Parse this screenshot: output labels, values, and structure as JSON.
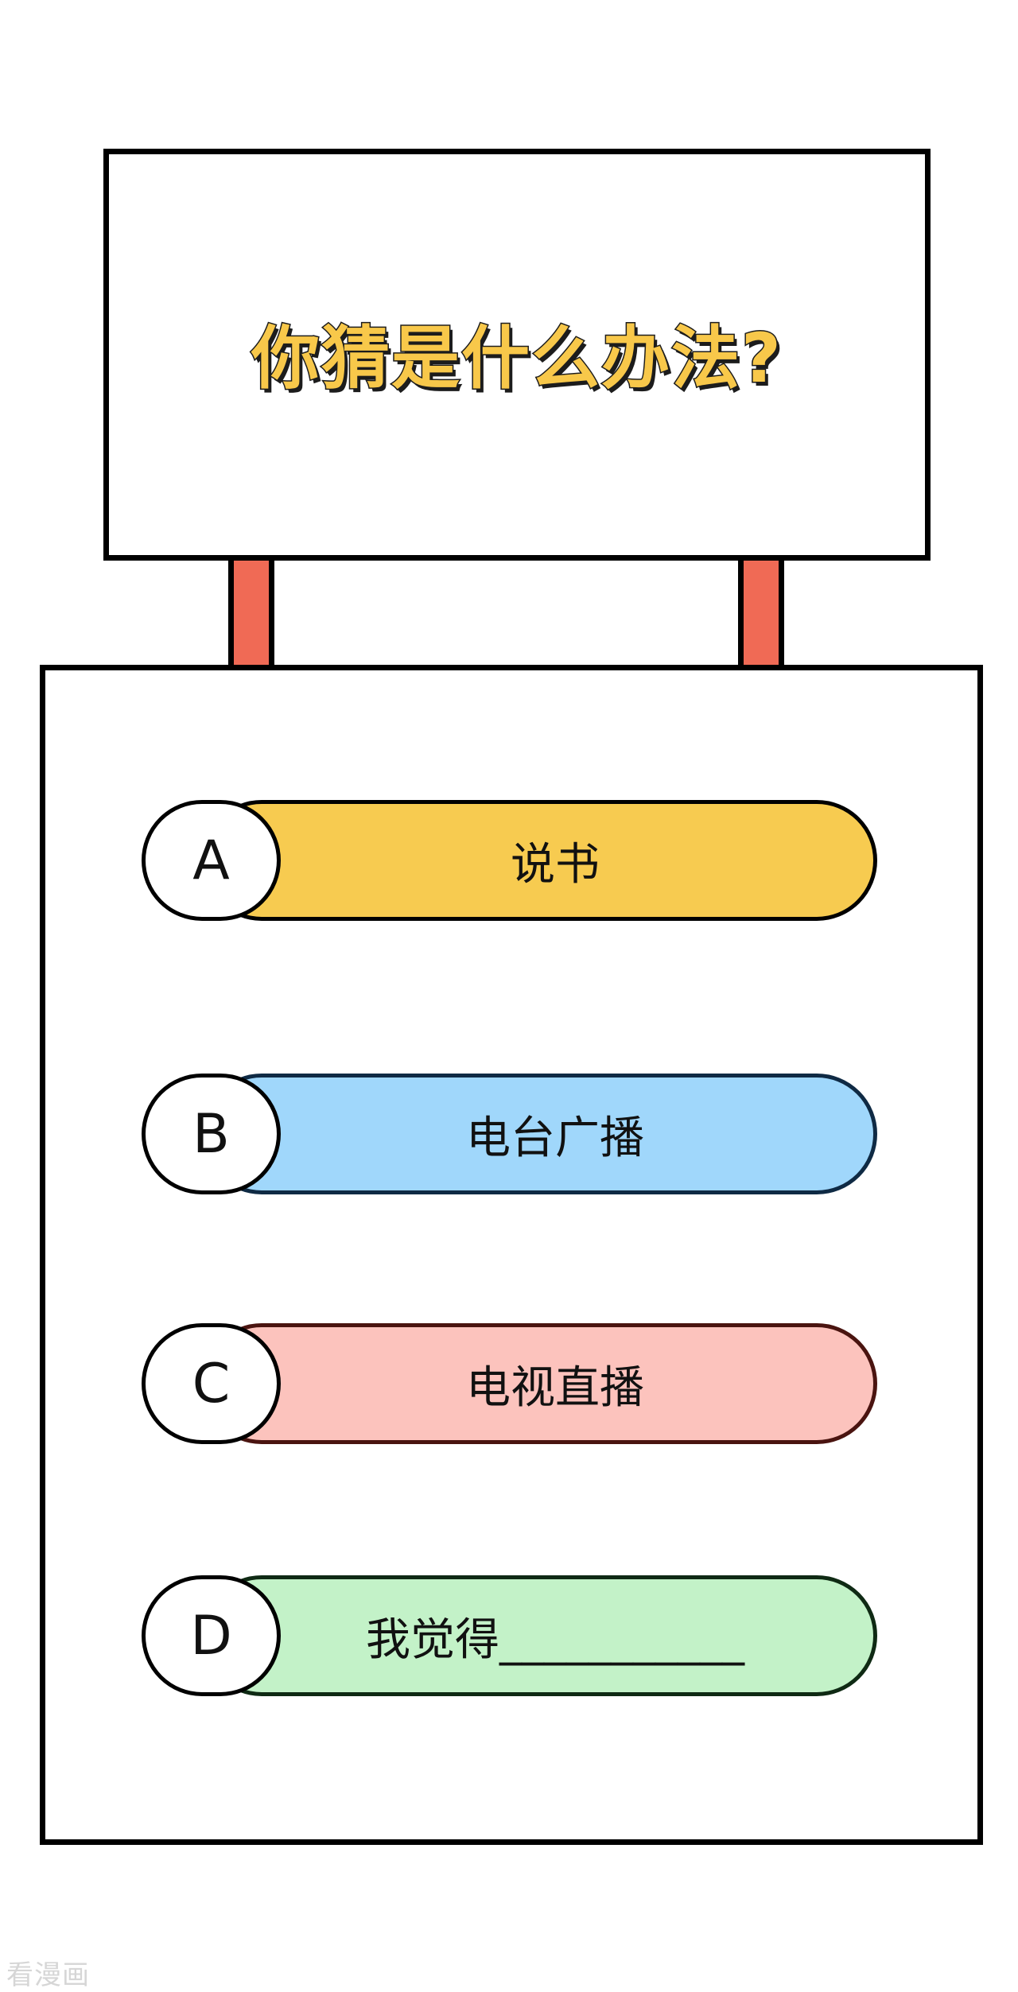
{
  "sign": {
    "title": "你猜是什么办法?"
  },
  "options": [
    {
      "letter": "A",
      "text": "说书",
      "bar_color": "#f7cb50",
      "border_color": "#000000"
    },
    {
      "letter": "B",
      "text": "电台广播",
      "bar_color": "#a0d7fb",
      "border_color": "#0f2a44"
    },
    {
      "letter": "C",
      "text": "电视直播",
      "bar_color": "#fcc3bd",
      "border_color": "#4a1410"
    },
    {
      "letter": "D",
      "text": "我觉得___________",
      "bar_color": "#c3f2c8",
      "border_color": "#0f2a14"
    }
  ],
  "colors": {
    "post": "#f06a55",
    "title_fill": "#f8c84a"
  },
  "watermark": "看漫画"
}
